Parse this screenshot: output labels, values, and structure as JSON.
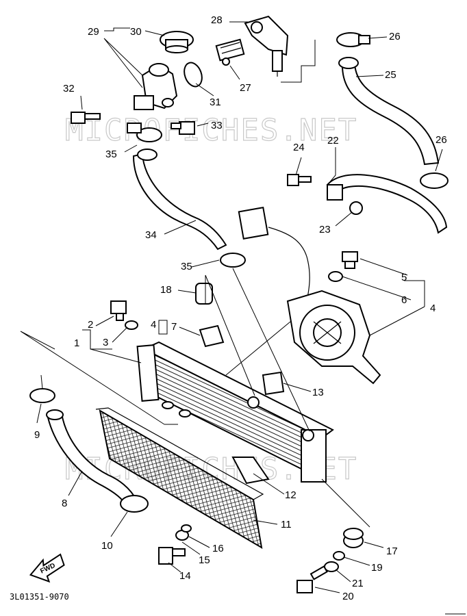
{
  "drawing_code": "3L01351-9070",
  "fwd_label": "FWD",
  "watermark_text": "MICROFICHES.NET",
  "callouts": {
    "c1": "1",
    "c2": "2",
    "c3": "3",
    "c4a": "4",
    "c4b": "4",
    "c5": "5",
    "c6": "6",
    "c7": "7",
    "c8": "8",
    "c9": "9",
    "c10": "10",
    "c11": "11",
    "c12": "12",
    "c13": "13",
    "c14": "14",
    "c15": "15",
    "c16": "16",
    "c17": "17",
    "c18": "18",
    "c19": "19",
    "c20": "20",
    "c21": "21",
    "c22": "22",
    "c23": "23",
    "c24": "24",
    "c25": "25",
    "c26a": "26",
    "c26b": "26",
    "c27": "27",
    "c28": "28",
    "c29": "29",
    "c30": "30",
    "c31": "31",
    "c32": "32",
    "c33": "33",
    "c34": "34",
    "c35a": "35",
    "c35b": "35"
  }
}
